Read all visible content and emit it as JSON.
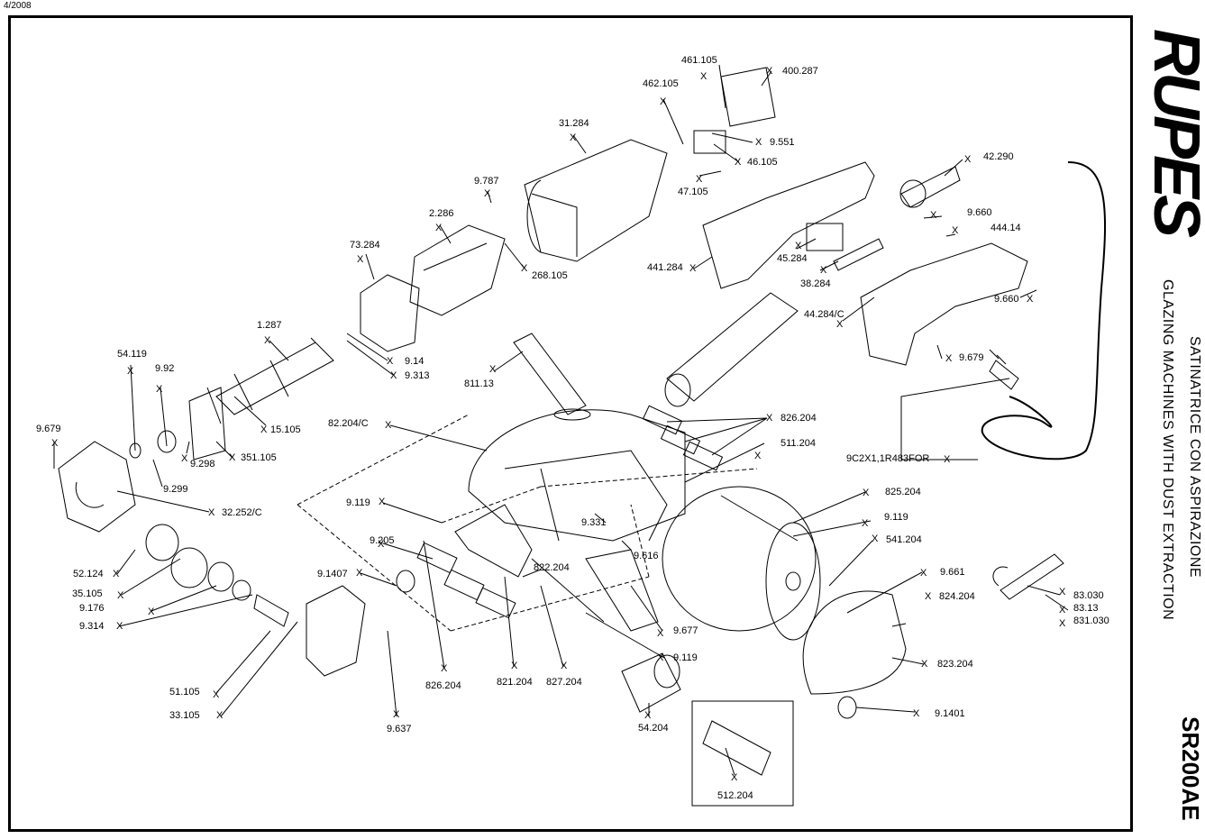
{
  "header": {
    "date": "4/2008"
  },
  "brand": {
    "logo_text": "RUPES"
  },
  "title": {
    "italian": "SATINATRICE CON ASPIRAZIONE",
    "english": "GLAZING MACHINES WITH DUST EXTRACTION",
    "model": "SR200AE"
  },
  "parts": {
    "p461105": "461.105",
    "p400287": "400.287",
    "p462105": "462.105",
    "p31284": "31.284",
    "p9551": "9.551",
    "p46105": "46.105",
    "p47105": "47.105",
    "p42290": "42.290",
    "p9787": "9.787",
    "p2286": "2.286",
    "p268105": "268.105",
    "p73284": "73.284",
    "p441284": "441.284",
    "p45284": "45.284",
    "p38284": "38.284",
    "p9660a": "9.660",
    "p44414": "444.14",
    "p9660b": "9.660",
    "p44284c": "44.284/C",
    "p1287": "1.287",
    "p914": "9.14",
    "p9313": "9.313",
    "p811_13": "811.13",
    "p9679b": "9.679",
    "p54119": "54.119",
    "p992": "9.92",
    "p15105": "15.105",
    "p9298": "9.298",
    "p351105": "351.105",
    "p82204c": "82.204/C",
    "p826204a": "826.204",
    "p511204": "511.204",
    "p9c2x1": "9C2X1,1R483FOR",
    "p9679a": "9.679",
    "p9299": "9.299",
    "p32252c": "32.252/C",
    "p9119a": "9.119",
    "p9331": "9.331",
    "p825204": "825.204",
    "p9119b": "9.119",
    "p9205": "9.205",
    "p9616": "9.616",
    "p541204": "541.204",
    "p91407": "9.1407",
    "p822204": "822.204",
    "p9661": "9.661",
    "p824204": "824.204",
    "p52124": "52.124",
    "p35105": "35.105",
    "p9176": "9.176",
    "p9314": "9.314",
    "p9677": "9.677",
    "p9119c": "9.119",
    "p83030": "83.030",
    "p8313": "83.13",
    "p831030": "831.030",
    "p823204": "823.204",
    "p51105": "51.105",
    "p826204b": "826.204",
    "p821204": "821.204",
    "p827204": "827.204",
    "p9637": "9.637",
    "p33105": "33.105",
    "p54204": "54.204",
    "p91401": "9.1401",
    "p512204": "512.204"
  }
}
